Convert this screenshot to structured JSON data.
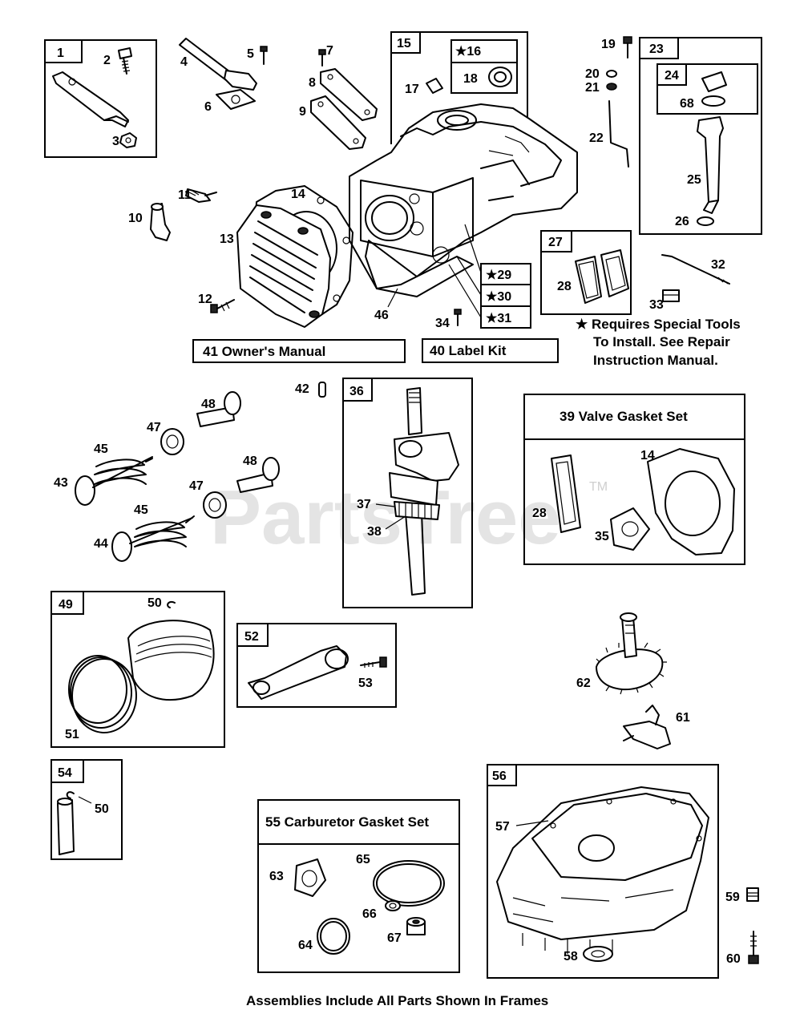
{
  "watermark": {
    "text": "PartsTree",
    "trademark": "TM"
  },
  "frames": {
    "f1": "1",
    "f15": "15",
    "f23": "23",
    "f24": "24",
    "f27": "27",
    "f36": "36",
    "f49": "49",
    "f52": "52",
    "f54": "54",
    "f56": "56"
  },
  "star_boxes": {
    "s16": "★16",
    "s29": "★29",
    "s30": "★30",
    "s31": "★31"
  },
  "titled_boxes": {
    "owners_manual": "41  Owner's Manual",
    "label_kit": "40  Label Kit",
    "valve_gasket_set": "39  Valve Gasket Set",
    "carb_gasket_set": "55 Carburetor Gasket Set"
  },
  "special_tools_note": {
    "line1": "★ Requires Special Tools",
    "line2": "To Install. See Repair",
    "line3": "Instruction Manual."
  },
  "footer": "Assemblies Include All Parts Shown In Frames",
  "callouts": {
    "c2": "2",
    "c3": "3",
    "c4": "4",
    "c5": "5",
    "c6": "6",
    "c7": "7",
    "c8": "8",
    "c9": "9",
    "c10": "10",
    "c11": "11",
    "c12": "12",
    "c13": "13",
    "c14a": "14",
    "c14b": "14",
    "c17": "17",
    "c18": "18",
    "c19": "19",
    "c20": "20",
    "c21": "21",
    "c22": "22",
    "c25": "25",
    "c26": "26",
    "c28a": "28",
    "c28b": "28",
    "c32": "32",
    "c33": "33",
    "c34": "34",
    "c35": "35",
    "c37": "37",
    "c38": "38",
    "c42": "42",
    "c43": "43",
    "c44": "44",
    "c45a": "45",
    "c45b": "45",
    "c46": "46",
    "c47a": "47",
    "c47b": "47",
    "c48a": "48",
    "c48b": "48",
    "c50a": "50",
    "c50b": "50",
    "c51": "51",
    "c53": "53",
    "c57": "57",
    "c58": "58",
    "c59": "59",
    "c60": "60",
    "c61": "61",
    "c62": "62",
    "c63": "63",
    "c64": "64",
    "c65": "65",
    "c66": "66",
    "c67": "67",
    "c68": "68"
  }
}
